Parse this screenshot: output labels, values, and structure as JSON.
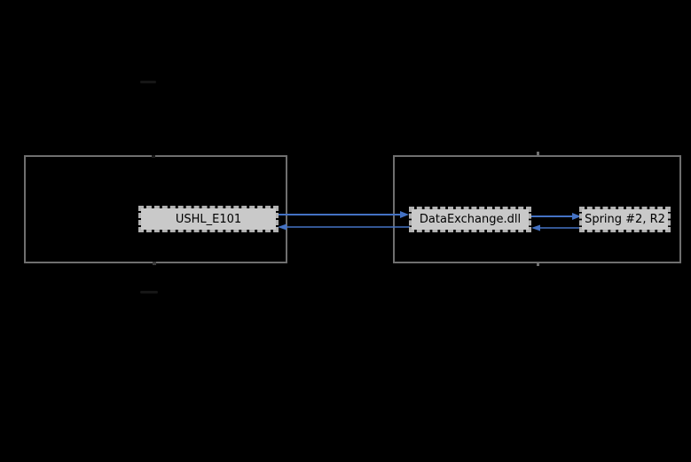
{
  "app": {
    "type": "dll-dependency-diagram"
  },
  "colors": {
    "background": "#000000",
    "arrow": "#4472c4",
    "node_fill": "#c9c9c9",
    "node_border": "#b2b2b2",
    "node_text": "#000000",
    "cluster_border": "#6f6f6f"
  },
  "diagram": {
    "clusters": [
      {
        "id": "left",
        "label": ""
      },
      {
        "id": "right",
        "label": ""
      }
    ],
    "nodes": [
      {
        "id": "ushl",
        "label": "USHL_E101",
        "cluster": "left"
      },
      {
        "id": "dataexchange",
        "label": "DataExchange.dll",
        "cluster": "right"
      },
      {
        "id": "spring",
        "label": "Spring #2, R2",
        "cluster": "right"
      }
    ],
    "edges": [
      {
        "from": "USHL_E101",
        "to": "DataExchange.dll",
        "style": "solid",
        "weight": "thick",
        "color": "#4472c4"
      },
      {
        "from": "DataExchange.dll",
        "to": "USHL_E101",
        "style": "solid",
        "weight": "thin",
        "color": "#4472c4"
      },
      {
        "from": "DataExchange.dll",
        "to": "Spring #2, R2",
        "style": "solid",
        "weight": "thick",
        "color": "#4472c4"
      },
      {
        "from": "Spring #2, R2",
        "to": "DataExchange.dll",
        "style": "solid",
        "weight": "thin",
        "color": "#4472c4"
      }
    ]
  }
}
